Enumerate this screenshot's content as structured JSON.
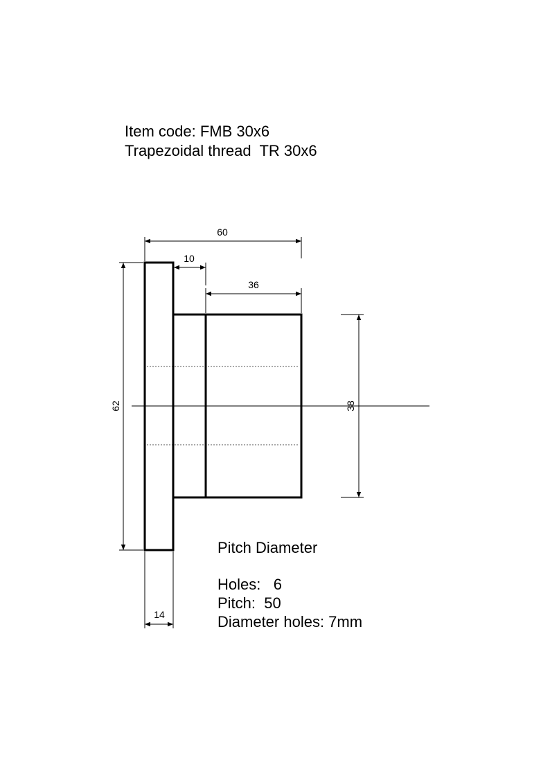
{
  "header": {
    "item_code": "Item code: FMB 30x6",
    "thread": "Trapezoidal thread  TR 30x6"
  },
  "dimensions": {
    "total_length": "60",
    "neck_length": "10",
    "body_length": "36",
    "flange_diameter": "62",
    "body_diameter": "38",
    "flange_thickness": "14"
  },
  "notes": {
    "title": "Pitch Diameter",
    "holes": "Holes:   6",
    "pitch": "Pitch:  50",
    "diameter_holes": "Diameter holes: 7mm"
  }
}
